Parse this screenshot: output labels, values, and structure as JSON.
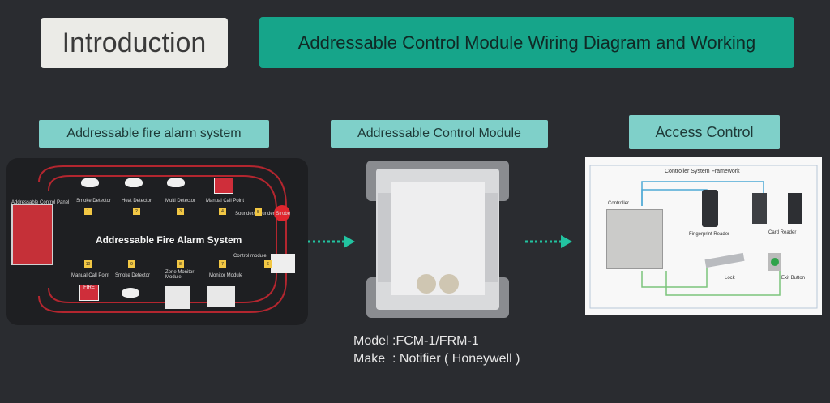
{
  "header": {
    "intro": "Introduction",
    "title": "Addressable Control Module Wiring Diagram and Working"
  },
  "sections": {
    "fire": "Addressable fire alarm system",
    "module": "Addressable Control Module",
    "access": "Access Control"
  },
  "fire_panel": {
    "title": "Addressable Fire Alarm System",
    "panel_label": "Addressable Control Panel",
    "devices": [
      {
        "label": "Smoke Detector",
        "num": "1"
      },
      {
        "label": "Heat Detector",
        "num": "2"
      },
      {
        "label": "Multi Detector",
        "num": "3"
      },
      {
        "label": "Manual Call Point",
        "num": "4"
      },
      {
        "label": "Sounder/ Sounder Strobe",
        "num": "5"
      },
      {
        "label": "Control module",
        "num": "6"
      },
      {
        "label": "Monitor Module",
        "num": "7"
      },
      {
        "label": "Zone Monitor Module",
        "num": "8"
      },
      {
        "label": "Smoke Detector",
        "num": "9"
      },
      {
        "label": "Manual Call Point",
        "num": "10"
      }
    ],
    "fire_text": "FIRE"
  },
  "access_panel": {
    "title": "Controller System Framework",
    "controller": "Controller",
    "fingerprint": "Fingerprint Reader",
    "card": "Card Reader",
    "lock": "Lock",
    "exit": "Exit Button"
  },
  "caption": {
    "model_label": "Model :",
    "model_value": "FCM-1/FRM-1",
    "make_label": "Make  : ",
    "make_value": "Notifier ( Honeywell )"
  }
}
